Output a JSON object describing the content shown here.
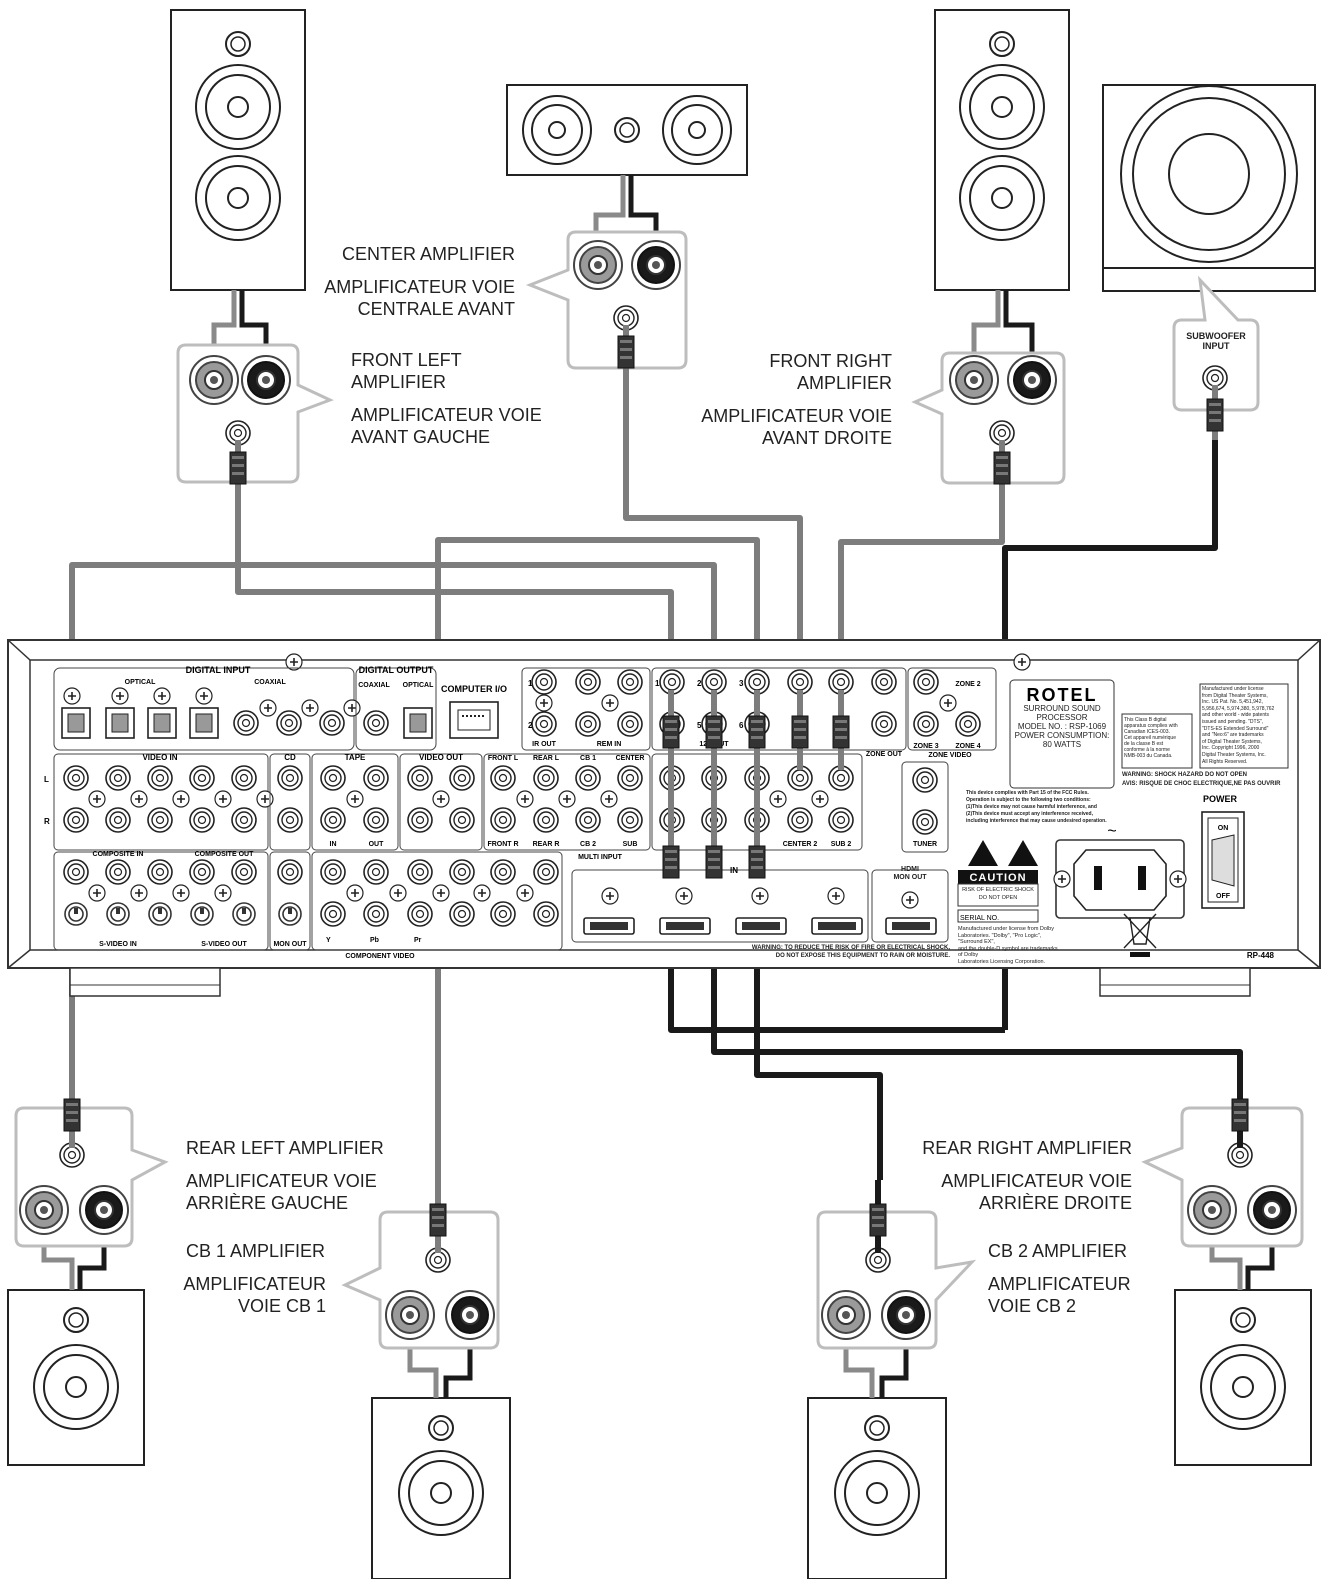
{
  "labels": {
    "center_en": "CENTER AMPLIFIER",
    "center_fr": "AMPLIFICATEUR VOIE\nCENTRALE AVANT",
    "front_left_en": "FRONT LEFT\nAMPLIFIER",
    "front_left_fr": "AMPLIFICATEUR VOIE\nAVANT GAUCHE",
    "front_right_en": "FRONT RIGHT\nAMPLIFIER",
    "front_right_fr": "AMPLIFICATEUR VOIE\nAVANT DROITE",
    "subwoofer": "SUBWOOFER\nINPUT",
    "rear_left_en": "REAR LEFT AMPLIFIER",
    "rear_left_fr": "AMPLIFICATEUR VOIE\nARRIÈRE GAUCHE",
    "rear_right_en": "REAR RIGHT AMPLIFIER",
    "rear_right_fr": "AMPLIFICATEUR VOIE\nARRIÈRE DROITE",
    "cb1_en": "CB 1 AMPLIFIER",
    "cb1_fr": "AMPLIFICATEUR\nVOIE CB 1",
    "cb2_en": "CB 2 AMPLIFIER",
    "cb2_fr": "AMPLIFICATEUR\nVOIE CB 2"
  },
  "panel": {
    "digital_input": "DIGITAL INPUT",
    "optical": "OPTICAL",
    "coaxial": "COAXIAL",
    "digital_output": "DIGITAL OUTPUT",
    "coaxial_out": "COAXIAL",
    "optical_out": "OPTICAL",
    "computer_io": "COMPUTER I/O",
    "ir_out": "IR OUT",
    "rem_in": "REM IN",
    "zone2": "ZONE 2",
    "zone3": "ZONE 3",
    "zone4": "ZONE 4",
    "zone_out": "ZONE OUT",
    "zone_video": "ZONE VIDEO",
    "twelve_v_out": "12V     OUT",
    "video_in": "VIDEO IN",
    "cd": "CD",
    "tape": "TAPE",
    "video_out": "VIDEO OUT",
    "front_l": "FRONT L",
    "rear_l": "REAR L",
    "cb1": "CB 1",
    "center": "CENTER",
    "front_r": "FRONT R",
    "rear_r": "REAR R",
    "cb2": "CB 2",
    "sub": "SUB",
    "multi_input": "MULTI INPUT",
    "center2": "CENTER 2",
    "sub2": "SUB 2",
    "tuner": "TUNER",
    "composite_in": "COMPOSITE IN",
    "composite_out": "COMPOSITE OUT",
    "svideo_in": "S-VIDEO IN",
    "svideo_out": "S-VIDEO OUT",
    "mon_out": "MON OUT",
    "component_video": "COMPONENT VIDEO",
    "hdmi_in": "IN",
    "hdmi_mon_out": "HDMI\nMON OUT",
    "in": "IN",
    "out": "OUT",
    "y": "Y",
    "pb": "Pb",
    "pr": "Pr",
    "brand": "ROTEL",
    "product_info": "SURROUND SOUND\nPROCESSOR\nMODEL NO. : RSP-1069\nPOWER CONSUMPTION:\n80 WATTS",
    "canada_note": "This Class B digital\napparatus complies with\nCanadian ICES-003.\nCet appareil numérique\nde la classe B est\nconforme à la norme\nNMB-003 du Canada.",
    "dts_note": "Manufactured under license\nfrom Digital Theater Systems,\nInc. US Pat. No. 5,451,942,\n5,956,674, 5,974,380, 5,978,762\nand other world - wide patents\nissued and pending. \"DTS\",\n\"DTS-ES Extended Surround\"\nand \"Neo:6\" are trademarks\nof Digital Theater Systems,\nInc. Copyright 1996, 2000\nDigital Theater Systems, Inc.\nAll Rights Reserved.",
    "warning_shock": "WARNING:  SHOCK HAZARD DO NOT OPEN",
    "avis": "AVIS:  RISQUE DE CHOC ELECTRIQUE,NE PAS OUVRIR",
    "fcc": "This device complies with Part 15 of the FCC Rules.\nOperation is subject to the following two conditions:\n(1)This device may not cause harmful interference, and\n(2)This device must accept any interference received,\nincluding interference that may cause undesired operation.",
    "power": "POWER",
    "on": "ON",
    "off": "OFF",
    "caution": "CAUTION",
    "caution_sub": "RISK OF ELECTRIC SHOCK\nDO NOT OPEN",
    "serial": "SERIAL NO.",
    "dolby_note": "Manufactured under license from Dolby\nLaboratories. \"Dolby\", \"Pro Logic\", \"Surround EX\",\nand the double-D symbol are trademarks of Dolby\nLaboratories Licensing Corporation.",
    "fire_warning": "WARNING: TO REDUCE THE RISK OF FIRE OR ELECTRICAL SHOCK,\nDO NOT EXPOSE THIS EQUIPMENT TO RAIN OR MOISTURE.",
    "model_code": "RP-448"
  },
  "colors": {
    "cable_gray": "#7d7d7d",
    "cable_black": "#1a1a1a",
    "panel_line": "#333333",
    "callout_box": "#b8b8b8"
  }
}
